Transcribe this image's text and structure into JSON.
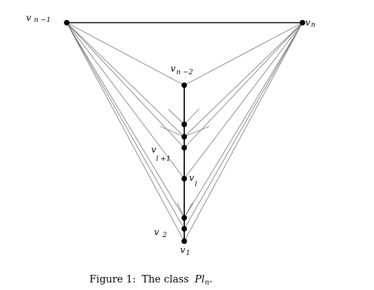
{
  "figure": {
    "caption_prefix": "Figure 1:",
    "caption_text": "The class",
    "caption_math_base": "Pl",
    "caption_math_sub": "n",
    "caption_end": "."
  },
  "vertices": [
    {
      "id": "v_n-1",
      "label_base": "v",
      "label_sub": "n −1"
    },
    {
      "id": "v_n",
      "label_base": "v",
      "label_sub": "n"
    },
    {
      "id": "v_n-2",
      "label_base": "v",
      "label_sub": "n −2"
    },
    {
      "id": "v_l+1",
      "label_base": "v",
      "label_sub": "l +1"
    },
    {
      "id": "v_l",
      "label_base": "v",
      "label_sub": "l"
    },
    {
      "id": "v_2",
      "label_base": "v",
      "label_sub": "2"
    },
    {
      "id": "v_1",
      "label_base": "v",
      "label_sub": "1"
    }
  ]
}
